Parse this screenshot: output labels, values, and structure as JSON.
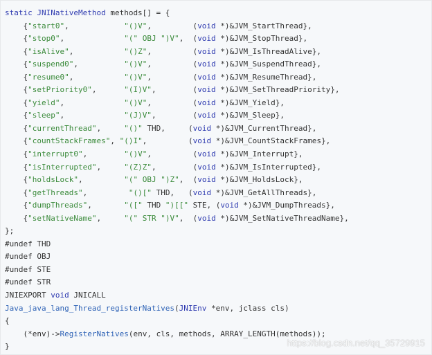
{
  "code_lines": [
    [
      [
        "static ",
        "kw"
      ],
      [
        "JNINativeMethod",
        "kw"
      ],
      [
        " methods[] = {",
        "pln"
      ]
    ],
    [
      [
        "    {",
        "pln"
      ],
      [
        "\"start0\"",
        "str"
      ],
      [
        ",            ",
        "pln"
      ],
      [
        "\"()V\"",
        "str"
      ],
      [
        ",         (",
        "pln"
      ],
      [
        "void",
        "kw"
      ],
      [
        " *)&JVM_StartThread},",
        "pln"
      ]
    ],
    [
      [
        "    {",
        "pln"
      ],
      [
        "\"stop0\"",
        "str"
      ],
      [
        ",             ",
        "pln"
      ],
      [
        "\"(\" OBJ \")V\"",
        "str"
      ],
      [
        ",  (",
        "pln"
      ],
      [
        "void",
        "kw"
      ],
      [
        " *)&JVM_StopThread},",
        "pln"
      ]
    ],
    [
      [
        "    {",
        "pln"
      ],
      [
        "\"isAlive\"",
        "str"
      ],
      [
        ",           ",
        "pln"
      ],
      [
        "\"()Z\"",
        "str"
      ],
      [
        ",         (",
        "pln"
      ],
      [
        "void",
        "kw"
      ],
      [
        " *)&JVM_IsThreadAlive},",
        "pln"
      ]
    ],
    [
      [
        "    {",
        "pln"
      ],
      [
        "\"suspend0\"",
        "str"
      ],
      [
        ",          ",
        "pln"
      ],
      [
        "\"()V\"",
        "str"
      ],
      [
        ",         (",
        "pln"
      ],
      [
        "void",
        "kw"
      ],
      [
        " *)&JVM_SuspendThread},",
        "pln"
      ]
    ],
    [
      [
        "    {",
        "pln"
      ],
      [
        "\"resume0\"",
        "str"
      ],
      [
        ",           ",
        "pln"
      ],
      [
        "\"()V\"",
        "str"
      ],
      [
        ",         (",
        "pln"
      ],
      [
        "void",
        "kw"
      ],
      [
        " *)&JVM_ResumeThread},",
        "pln"
      ]
    ],
    [
      [
        "    {",
        "pln"
      ],
      [
        "\"setPriority0\"",
        "str"
      ],
      [
        ",      ",
        "pln"
      ],
      [
        "\"(I)V\"",
        "str"
      ],
      [
        ",        (",
        "pln"
      ],
      [
        "void",
        "kw"
      ],
      [
        " *)&JVM_SetThreadPriority},",
        "pln"
      ]
    ],
    [
      [
        "    {",
        "pln"
      ],
      [
        "\"yield\"",
        "str"
      ],
      [
        ",             ",
        "pln"
      ],
      [
        "\"()V\"",
        "str"
      ],
      [
        ",         (",
        "pln"
      ],
      [
        "void",
        "kw"
      ],
      [
        " *)&JVM_Yield},",
        "pln"
      ]
    ],
    [
      [
        "    {",
        "pln"
      ],
      [
        "\"sleep\"",
        "str"
      ],
      [
        ",             ",
        "pln"
      ],
      [
        "\"(J)V\"",
        "str"
      ],
      [
        ",        (",
        "pln"
      ],
      [
        "void",
        "kw"
      ],
      [
        " *)&JVM_Sleep},",
        "pln"
      ]
    ],
    [
      [
        "    {",
        "pln"
      ],
      [
        "\"currentThread\"",
        "str"
      ],
      [
        ",     ",
        "pln"
      ],
      [
        "\"()\"",
        "str"
      ],
      [
        " THD,     (",
        "pln"
      ],
      [
        "void",
        "kw"
      ],
      [
        " *)&JVM_CurrentThread},",
        "pln"
      ]
    ],
    [
      [
        "    {",
        "pln"
      ],
      [
        "\"countStackFrames\"",
        "str"
      ],
      [
        ", ",
        "pln"
      ],
      [
        "\"()I\"",
        "str"
      ],
      [
        ",         (",
        "pln"
      ],
      [
        "void",
        "kw"
      ],
      [
        " *)&JVM_CountStackFrames},",
        "pln"
      ]
    ],
    [
      [
        "    {",
        "pln"
      ],
      [
        "\"interrupt0\"",
        "str"
      ],
      [
        ",        ",
        "pln"
      ],
      [
        "\"()V\"",
        "str"
      ],
      [
        ",         (",
        "pln"
      ],
      [
        "void",
        "kw"
      ],
      [
        " *)&JVM_Interrupt},",
        "pln"
      ]
    ],
    [
      [
        "    {",
        "pln"
      ],
      [
        "\"isInterrupted\"",
        "str"
      ],
      [
        ",     ",
        "pln"
      ],
      [
        "\"(Z)Z\"",
        "str"
      ],
      [
        ",        (",
        "pln"
      ],
      [
        "void",
        "kw"
      ],
      [
        " *)&JVM_IsInterrupted},",
        "pln"
      ]
    ],
    [
      [
        "    {",
        "pln"
      ],
      [
        "\"holdsLock\"",
        "str"
      ],
      [
        ",         ",
        "pln"
      ],
      [
        "\"(\" OBJ \")Z\"",
        "str"
      ],
      [
        ",  (",
        "pln"
      ],
      [
        "void",
        "kw"
      ],
      [
        " *)&JVM_HoldsLock},",
        "pln"
      ]
    ],
    [
      [
        "    {",
        "pln"
      ],
      [
        "\"getThreads\"",
        "str"
      ],
      [
        ",         ",
        "pln"
      ],
      [
        "\"()[\"",
        "str"
      ],
      [
        " THD,   (",
        "pln"
      ],
      [
        "void",
        "kw"
      ],
      [
        " *)&JVM_GetAllThreads},",
        "pln"
      ]
    ],
    [
      [
        "    {",
        "pln"
      ],
      [
        "\"dumpThreads\"",
        "str"
      ],
      [
        ",       ",
        "pln"
      ],
      [
        "\"([\"",
        "str"
      ],
      [
        " THD ",
        "pln"
      ],
      [
        "\")[[\"",
        "str"
      ],
      [
        " STE, (",
        "pln"
      ],
      [
        "void",
        "kw"
      ],
      [
        " *)&JVM_DumpThreads},",
        "pln"
      ]
    ],
    [
      [
        "    {",
        "pln"
      ],
      [
        "\"setNativeName\"",
        "str"
      ],
      [
        ",     ",
        "pln"
      ],
      [
        "\"(\" STR \")V\"",
        "str"
      ],
      [
        ",  (",
        "pln"
      ],
      [
        "void",
        "kw"
      ],
      [
        " *)&JVM_SetNativeThreadName},",
        "pln"
      ]
    ],
    [
      [
        "};",
        "pln"
      ]
    ],
    [
      [
        "#undef THD",
        "pln"
      ]
    ],
    [
      [
        "#undef OBJ",
        "pln"
      ]
    ],
    [
      [
        "#undef STE",
        "pln"
      ]
    ],
    [
      [
        "#undef STR",
        "pln"
      ]
    ],
    [
      [
        "JNIEXPORT ",
        "pln"
      ],
      [
        "void",
        "kw"
      ],
      [
        " JNICALL",
        "pln"
      ]
    ],
    [
      [
        "Java_java_lang_Thread_registerNatives",
        "fn"
      ],
      [
        "(",
        "pln"
      ],
      [
        "JNIEnv",
        "kw"
      ],
      [
        " *env, jclass cls)",
        "pln"
      ]
    ],
    [
      [
        "{",
        "pln"
      ]
    ],
    [
      [
        "    (*env)->",
        "pln"
      ],
      [
        "RegisterNatives",
        "fn"
      ],
      [
        "(env, cls, methods, ARRAY_LENGTH(methods));",
        "pln"
      ]
    ],
    [
      [
        "}",
        "pln"
      ]
    ]
  ],
  "watermark": "https://blog.csdn.net/qq_35729915",
  "colors": {
    "background": "#f6f8fa",
    "keyword": "#2f3bb0",
    "function": "#2f63b6",
    "string": "#3a8a3a",
    "plain": "#333333"
  }
}
